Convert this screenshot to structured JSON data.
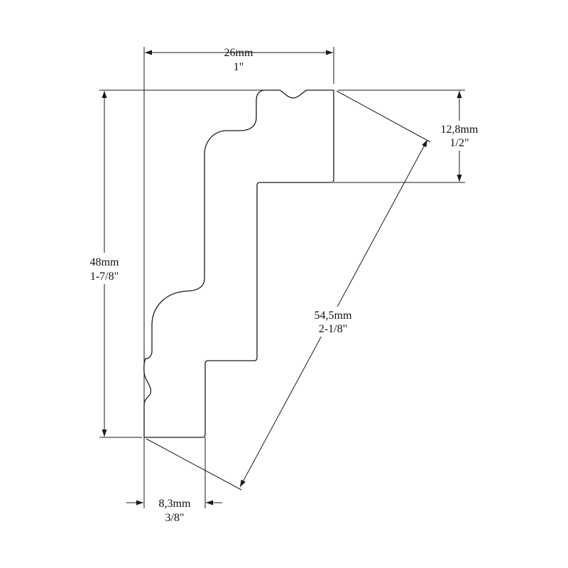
{
  "drawing": {
    "width": {
      "metric": "26mm",
      "imperial": "1\""
    },
    "height": {
      "metric": "48mm",
      "imperial": "1-7/8\""
    },
    "top_projection": {
      "metric": "12,8mm",
      "imperial": "1/2\""
    },
    "bottom_projection": {
      "metric": "8,3mm",
      "imperial": "3/8\""
    },
    "diagonal": {
      "metric": "54,5mm",
      "imperial": "2-1/8\""
    }
  },
  "colors": {
    "line": "#1a1a1a",
    "background": "#ffffff"
  }
}
